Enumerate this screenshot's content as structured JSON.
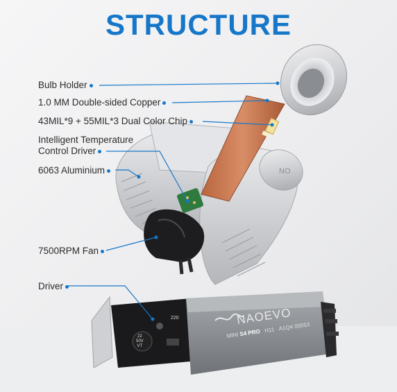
{
  "title": "STRUCTURE",
  "labels": {
    "bulb_holder": "Bulb Holder",
    "copper": "1.0 MM Double-sided Copper",
    "chip": "43MIL*9 + 55MIL*3 Dual Color Chip",
    "driver_line1": "Intelligent Temperature",
    "driver_line2": "Control Driver",
    "aluminium": "6063 Aluminium",
    "fan": "7500RPM Fan",
    "driver": "Driver"
  },
  "product": {
    "brand": "NAOEVO",
    "series": "MINI",
    "model": "S4 PRO",
    "size": "H11",
    "code": "A1Q4 00053",
    "capacitor": [
      "22",
      "50V",
      "VT"
    ],
    "board_mark": "220"
  },
  "colors": {
    "accent": "#1677c9",
    "copper": "#c97a55",
    "aluminium": "#d8d9dc",
    "case": "#8c9094"
  }
}
